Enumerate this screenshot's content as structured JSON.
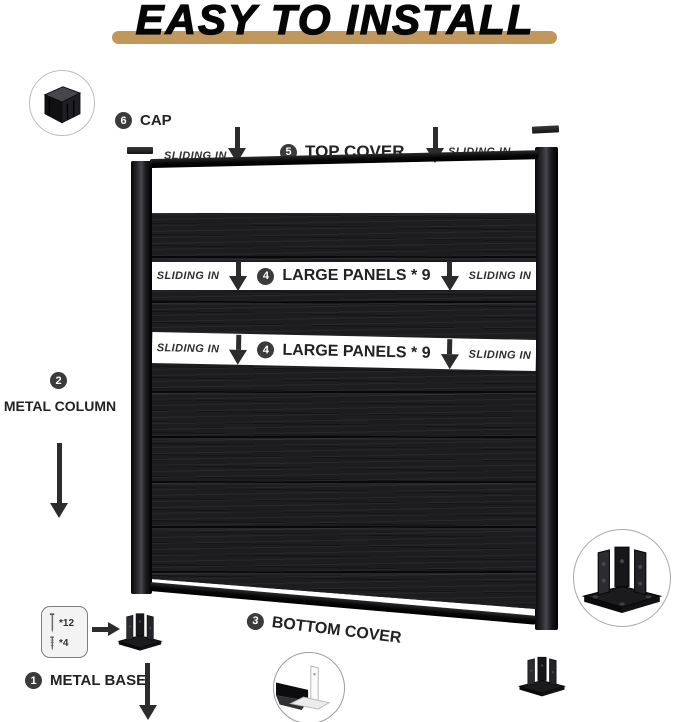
{
  "title": "EASY TO INSTALL",
  "sliding_in": "SLIDING IN",
  "steps": {
    "cap": {
      "num": "6",
      "label": "CAP"
    },
    "top_cover": {
      "num": "5",
      "label": "TOP COVER"
    },
    "large_panels": {
      "num": "4",
      "label": "LARGE PANELS * 9"
    },
    "metal_column": {
      "num": "2",
      "label": "METAL COLUMN"
    },
    "bottom_cover": {
      "num": "3",
      "label": "BOTTOM COVER"
    },
    "metal_base": {
      "num": "1",
      "label": "METAL BASE"
    }
  },
  "hardware_pack": {
    "long_screws": "*12",
    "short_screws": "*4"
  },
  "icons": {
    "cap": "cap-icon",
    "metal_base": "metal-base-icon",
    "bottom_cover_detail": "bottom-cover-channel-icon",
    "long_screw": "long-screw-icon",
    "short_screw": "short-screw-icon",
    "down_arrow": "down-arrow-icon",
    "right_arrow": "right-arrow-icon"
  },
  "colors": {
    "accent_bar": "#c2975c",
    "panel_dark": "#1d1d20",
    "badge": "#3b3b3b",
    "white_band": "#ffffff"
  }
}
